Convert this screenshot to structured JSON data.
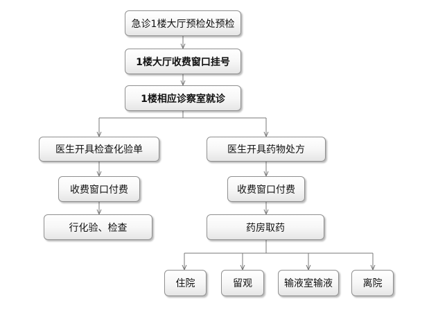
{
  "flowchart": {
    "nodes": {
      "triage": "急诊1楼大厅预检处预检",
      "register": "1楼大厅收费窗口挂号",
      "consult": "1楼相应诊察室就诊",
      "lab_order": "医生开具检查化验单",
      "prescription": "医生开具药物处方",
      "pay_left": "收费窗口付费",
      "pay_right": "收费窗口付费",
      "do_tests": "行化验、检查",
      "pharmacy": "药房取药",
      "hospitalize": "住院",
      "observe": "留观",
      "infusion": "输液室输液",
      "discharge": "离院"
    },
    "edges": [
      [
        "triage",
        "register"
      ],
      [
        "register",
        "consult"
      ],
      [
        "consult",
        "lab_order"
      ],
      [
        "consult",
        "prescription"
      ],
      [
        "lab_order",
        "pay_left"
      ],
      [
        "pay_left",
        "do_tests"
      ],
      [
        "prescription",
        "pay_right"
      ],
      [
        "pay_right",
        "pharmacy"
      ],
      [
        "pharmacy",
        "hospitalize"
      ],
      [
        "pharmacy",
        "observe"
      ],
      [
        "pharmacy",
        "infusion"
      ],
      [
        "pharmacy",
        "discharge"
      ]
    ]
  }
}
